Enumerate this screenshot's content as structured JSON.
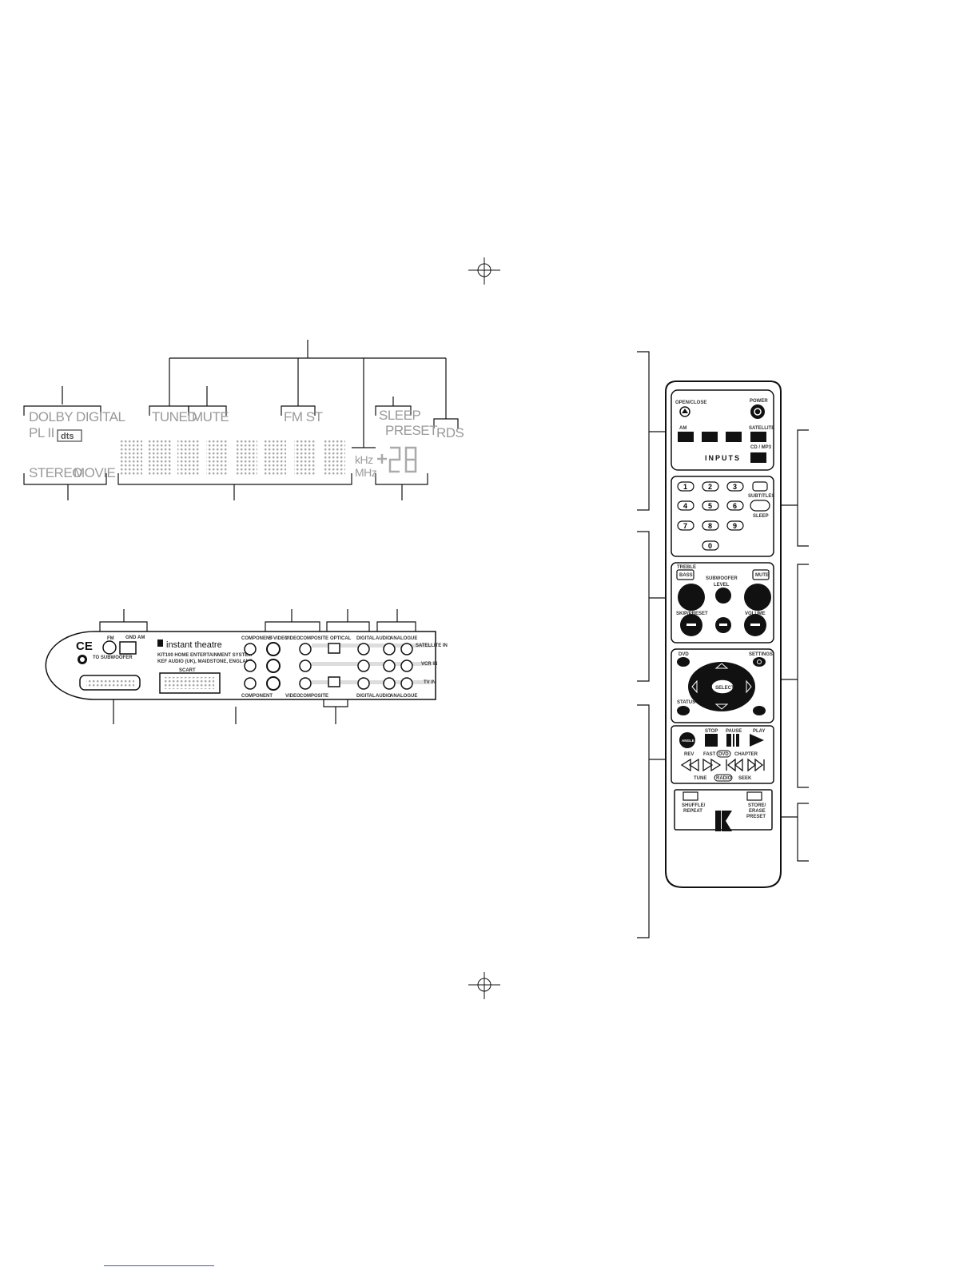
{
  "display": {
    "indicators": {
      "dolby_digital": "DOLBY DIGITAL",
      "pl2": "PL II",
      "dts": "dts",
      "stereo": "STEREO",
      "movie": "MOVIE",
      "tuned": "TUNED",
      "mute": "MUTE",
      "fm_st": "FM ST",
      "sleep": "SLEEP",
      "preset": "PRESET",
      "rds": "RDS",
      "khz": "kHz",
      "mhz": "MHz"
    }
  },
  "rear_panel": {
    "brand": "instant theatre",
    "model_line": "KIT100 HOME ENTERTAINMENT SYSTEM",
    "maker_line": "KEF AUDIO (UK), MAIDSTONE, ENGLAND",
    "labels": {
      "fm": "FM",
      "gnd": "GND",
      "am": "AM",
      "to_subwoofer": "TO SUBWOOFER",
      "scart": "SCART",
      "component": "COMPONENT",
      "s_video": "S-VIDEO",
      "video": "VIDEO",
      "composite": "COMPOSITE",
      "optical": "OPTICAL",
      "digital": "DIGITAL",
      "audio": "AUDIO",
      "analogue": "ANALOGUE",
      "satellite": "SATELLITE IN",
      "vcr": "VCR IN",
      "tv": "TV IN",
      "ce": "CE"
    }
  },
  "remote": {
    "inputs_section": {
      "open_close": "OPEN/CLOSE",
      "power": "POWER",
      "am": "AM",
      "satellite": "SATELLITE",
      "inputs": "INPUTS",
      "cd_mp3": "CD / MP3"
    },
    "numeric_keys": [
      "1",
      "2",
      "3",
      "4",
      "5",
      "6",
      "7",
      "8",
      "9",
      "0"
    ],
    "subtitles": "SUBTITLES",
    "sleep": "SLEEP",
    "audio_section": {
      "treble": "TREBLE",
      "bass": "BASS",
      "subwoofer": "SUBWOOFER",
      "level": "LEVEL",
      "mute": "MUTE",
      "skip_preset": "SKIP/PRESET",
      "volume": "VOLUME"
    },
    "nav_section": {
      "dvd": "DVD",
      "settings": "SETTINGS",
      "select": "SELECT",
      "status": "STATUS"
    },
    "transport": {
      "angle": "ANGLE",
      "stop": "STOP",
      "pause": "PAUSE",
      "play": "PLAY",
      "rev": "REV",
      "fast": "FAST",
      "dvd": "DVD",
      "chapter": "CHAPTER",
      "tune": "TUNE",
      "radio": "RADIO",
      "seek": "SEEK"
    },
    "bottom": {
      "shuffle_repeat": [
        "SHUFFLE/",
        "REPEAT"
      ],
      "store_erase_preset": [
        "STORE/",
        "ERASE",
        "PRESET"
      ]
    }
  }
}
